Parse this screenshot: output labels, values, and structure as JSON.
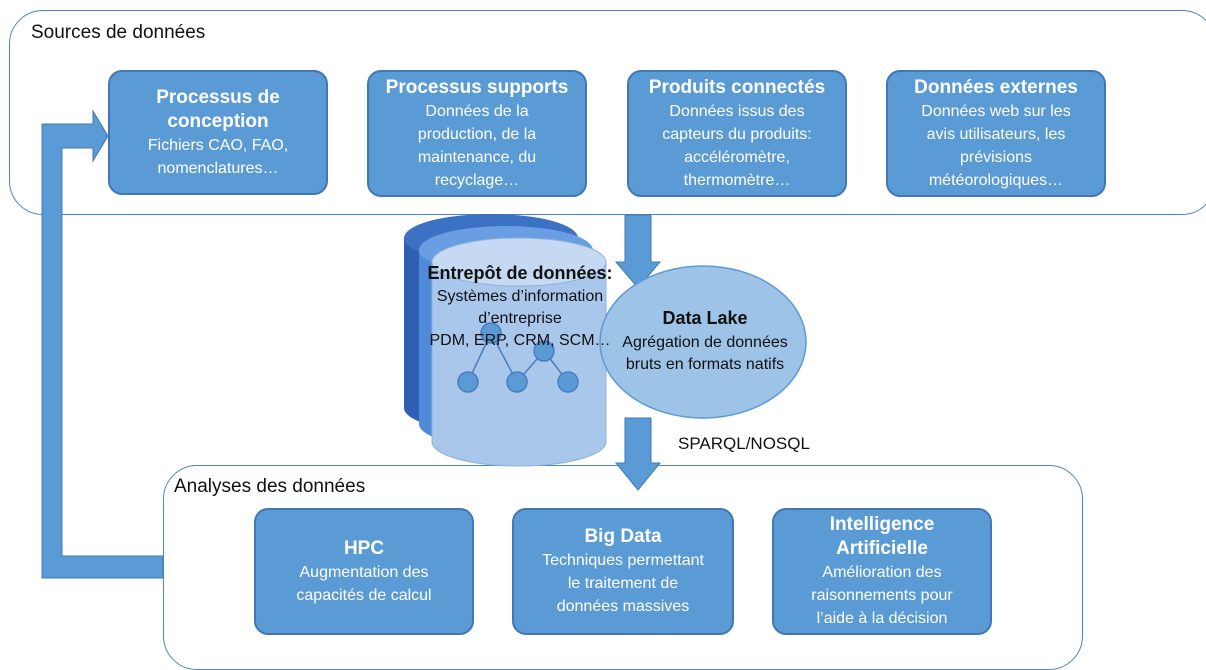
{
  "sources": {
    "label": "Sources de données",
    "boxes": [
      {
        "title": "Processus de\nconception",
        "desc": "Fichiers CAO, FAO,\nnomenclatures…"
      },
      {
        "title": "Processus supports",
        "desc": "Données de la\nproduction, de la\nmaintenance, du\nrecyclage…"
      },
      {
        "title": "Produits connectés",
        "desc": "Données issus des\ncapteurs du produits:\naccéléromètre,\nthermomètre…"
      },
      {
        "title": "Données externes",
        "desc": "Données web sur les\navis utilisateurs, les\nprévisions\nmétéorologiques…"
      }
    ]
  },
  "warehouse": {
    "title": "Entrepôt de données:",
    "desc": "Systèmes d’information\nd’entreprise\nPDM, ERP, CRM, SCM…"
  },
  "lake": {
    "title": "Data Lake",
    "desc": "Agrégation de données\nbruts en formats natifs"
  },
  "query_label": "SPARQL/NOSQL",
  "analyses": {
    "label": "Analyses des données",
    "boxes": [
      {
        "title": "HPC",
        "desc": "Augmentation des\ncapacités de calcul"
      },
      {
        "title": "Big Data",
        "desc": "Techniques permettant\nle traitement de\ndonnées massives"
      },
      {
        "title": "Intelligence\nArtificielle",
        "desc": "Amélioration des\nraisonnements pour\nl’aide à la décision"
      }
    ]
  },
  "colors": {
    "box_fill": "#5b9bd5",
    "box_border": "#4178b3",
    "cylinder_dark": "#2f5fb3",
    "cylinder_light": "#a9c7ea",
    "lake_fill": "#9dc3e6"
  }
}
